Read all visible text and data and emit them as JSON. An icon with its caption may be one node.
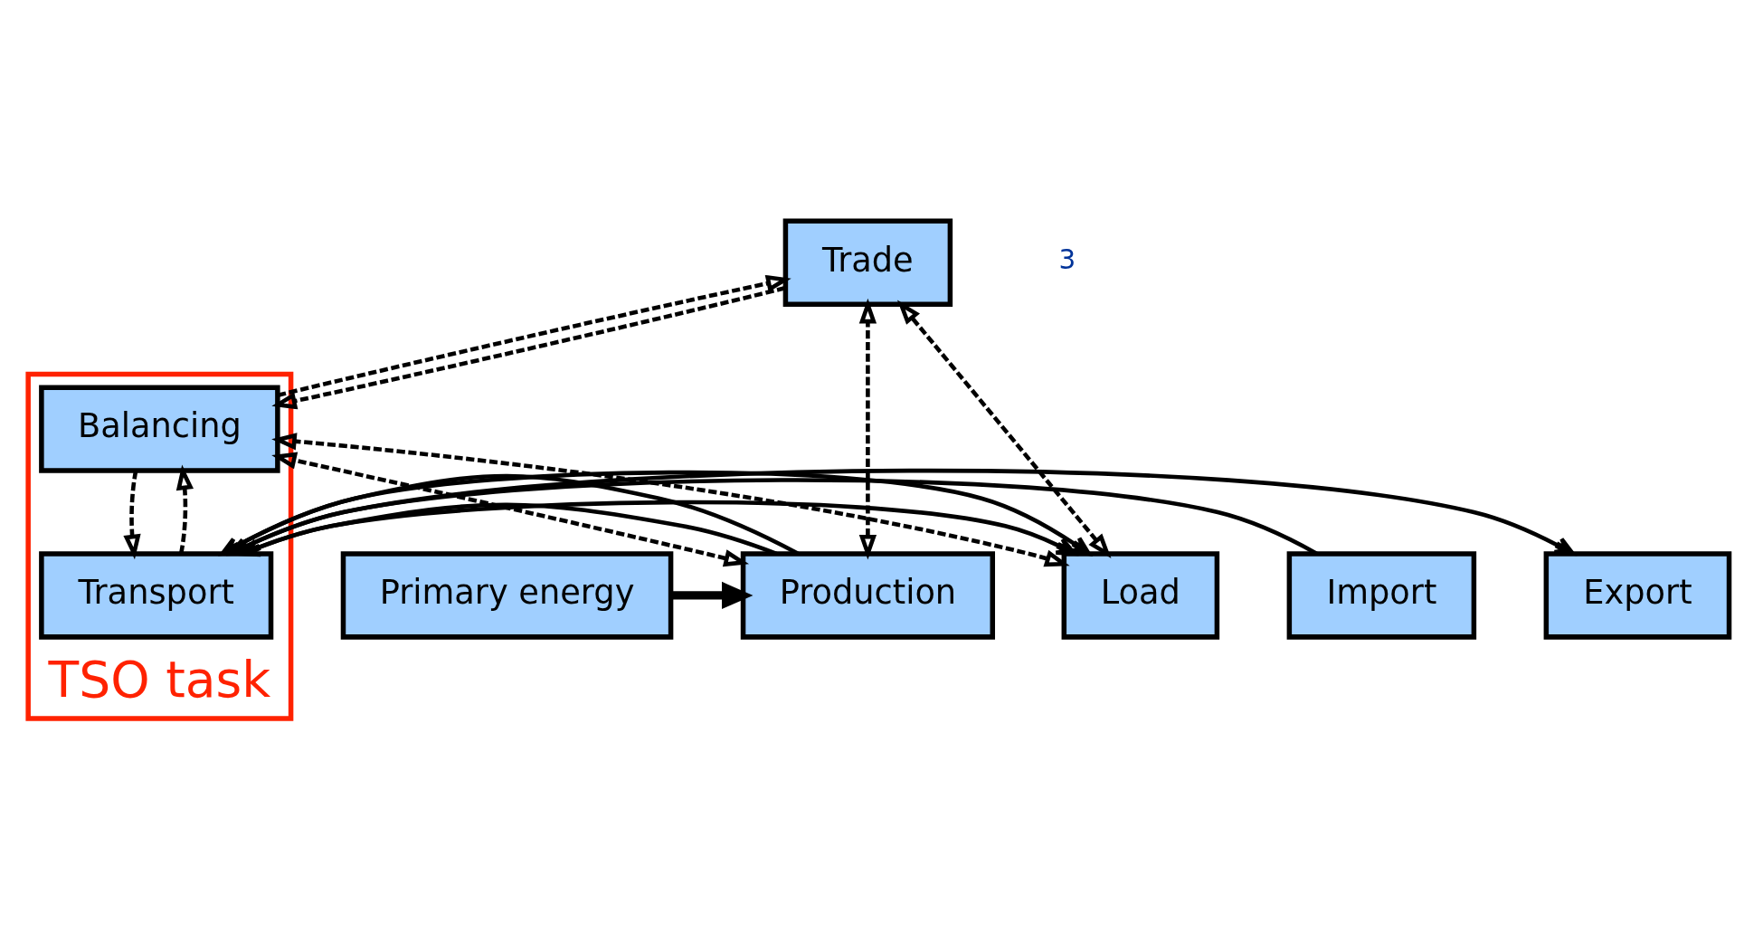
{
  "diagram": {
    "nodes": [
      {
        "text": [
          "Trade"
        ]
      },
      {
        "text": [
          "TSO task"
        ]
      },
      {
        "text": [
          "Balancing"
        ],
        "in": 1
      },
      {
        "text": [
          "Transport"
        ],
        "in": 1
      },
      {
        "text": [
          "Primary energy"
        ]
      },
      {
        "text": [
          "Production"
        ]
      },
      {
        "text": [
          "Import"
        ]
      },
      {
        "text": [
          "Load"
        ]
      },
      {
        "text": [
          "Export"
        ]
      }
    ],
    "edges": [
      {
        "from": 4,
        "to": 5,
        "arrow": "to",
        "style": "thick"
      },
      {
        "from": 5,
        "to": 3,
        "arrow": "to"
      },
      {
        "from": 5,
        "to": 3,
        "arrow": "to"
      },
      {
        "from": 6,
        "to": 3,
        "arrow": "to"
      },
      {
        "from": 3,
        "to": 7,
        "arrow": "to"
      },
      {
        "from": 3,
        "to": 7,
        "arrow": "to"
      },
      {
        "from": 3,
        "to": 8,
        "arrow": "to"
      },
      {
        "from": 0,
        "to": 2,
        "arrow": "to",
        "style": "dashed"
      },
      {
        "from": 2,
        "to": 0,
        "arrow": "to",
        "style": "dashed"
      },
      {
        "from": 2,
        "to": 3,
        "arrow": "to",
        "style": "dashed"
      },
      {
        "from": 3,
        "to": 2,
        "arrow": "to",
        "style": "dashed"
      },
      {
        "from": 5,
        "to": 0,
        "arrow": "both",
        "style": "dashed"
      },
      {
        "from": 5,
        "to": 2,
        "arrow": "both",
        "style": "dashed"
      },
      {
        "from": 7,
        "to": 0,
        "arrow": "both",
        "style": "dashed"
      },
      {
        "from": 7,
        "to": 2,
        "arrow": "both",
        "style": "dashed"
      }
    ],
    "labels": [
      "3"
    ]
  }
}
